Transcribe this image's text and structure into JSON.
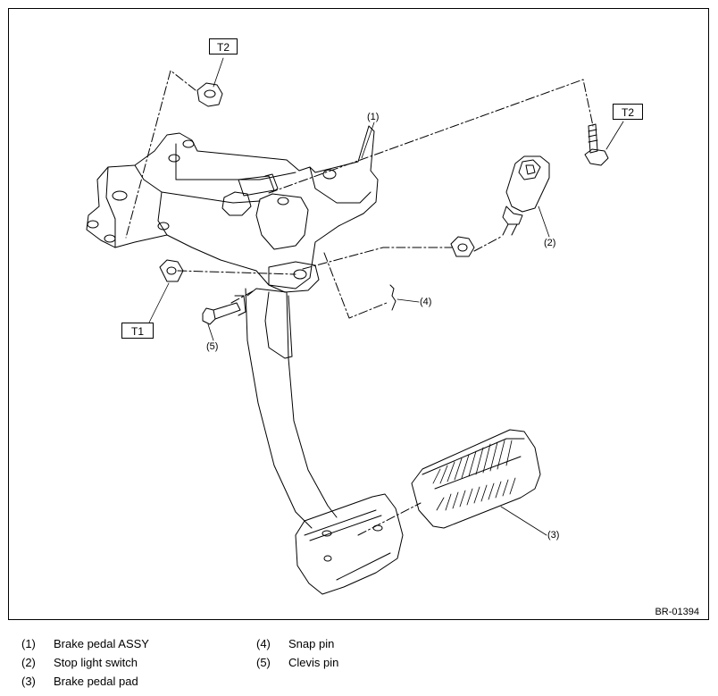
{
  "torque_labels": {
    "t2_nut": "T2",
    "t2_bolt": "T2",
    "t1_nut": "T1"
  },
  "callouts": {
    "c1": "(1)",
    "c2": "(2)",
    "c3": "(3)",
    "c4": "(4)",
    "c5": "(5)"
  },
  "figure_id": "BR-01394",
  "legend": [
    {
      "number": "(1)",
      "text": "Brake pedal ASSY"
    },
    {
      "number": "(2)",
      "text": "Stop light switch"
    },
    {
      "number": "(3)",
      "text": "Brake pedal pad"
    },
    {
      "number": "(4)",
      "text": "Snap pin"
    },
    {
      "number": "(5)",
      "text": "Clevis pin"
    }
  ]
}
